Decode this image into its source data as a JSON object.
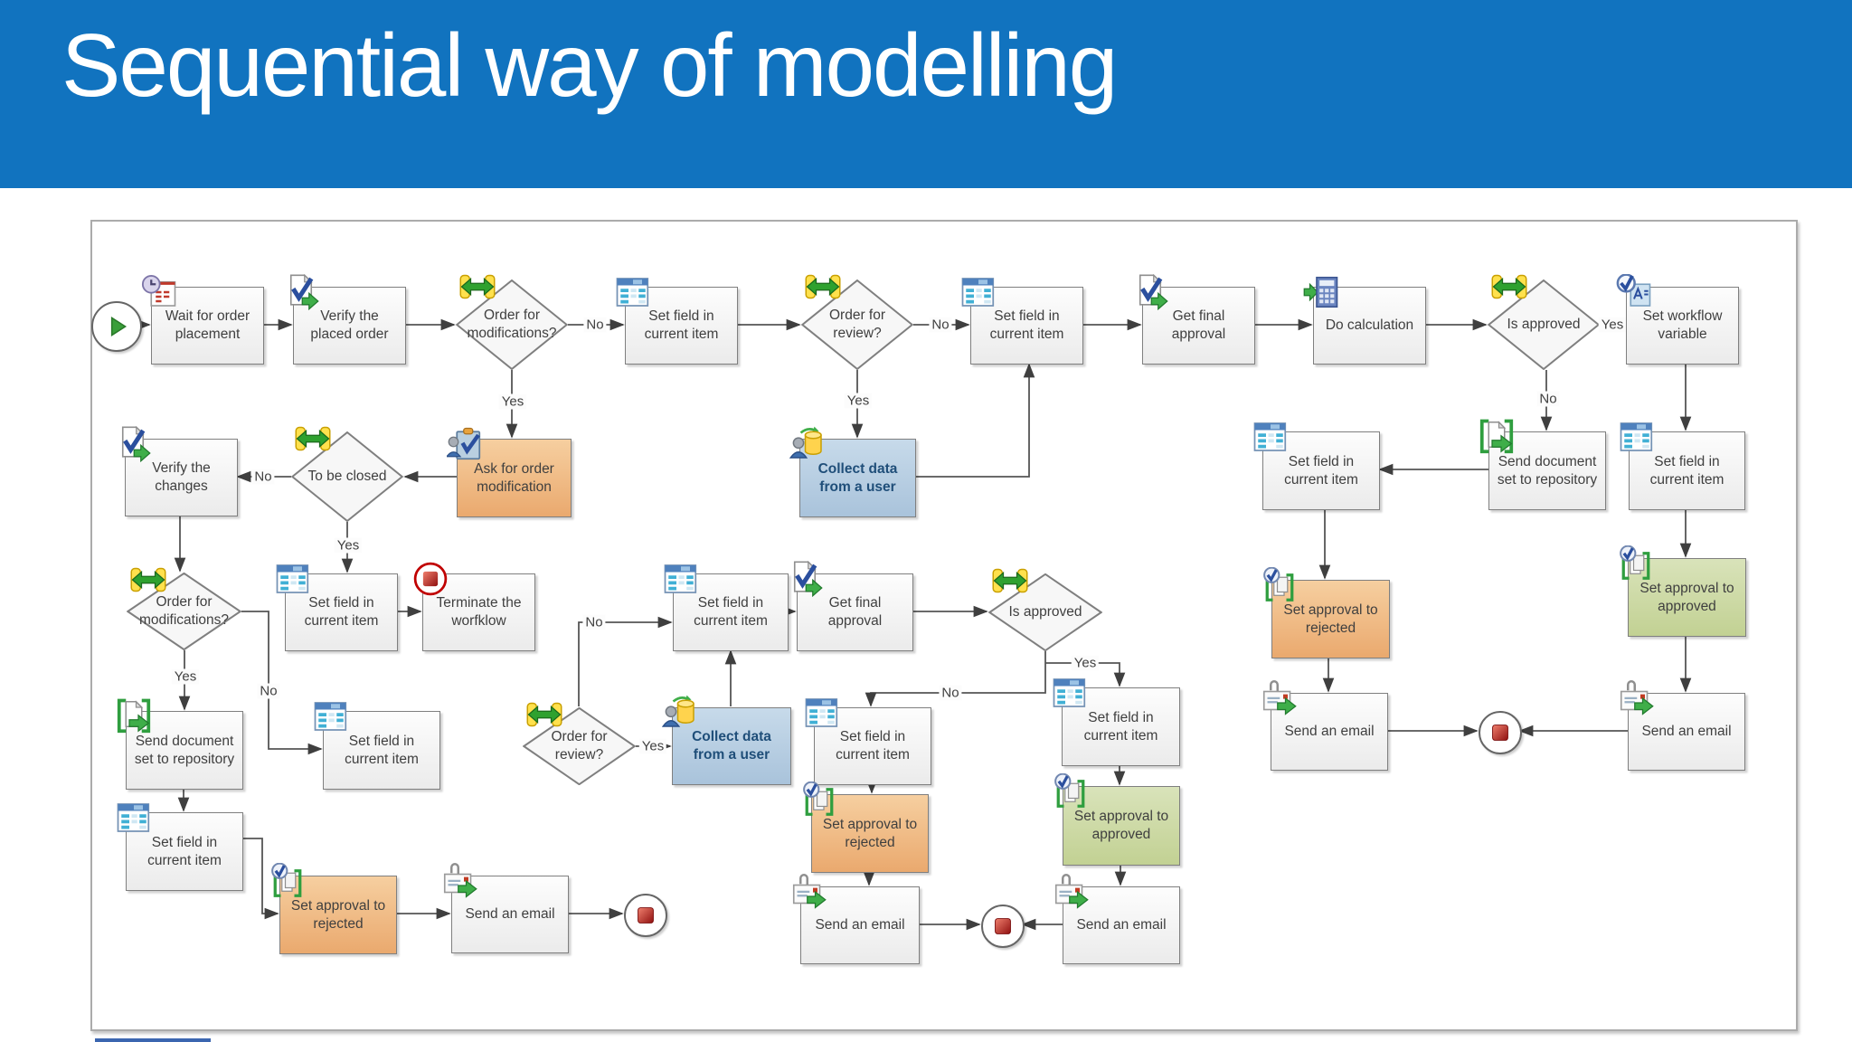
{
  "slide": {
    "title": "Sequential way of modelling"
  },
  "colors": {
    "header_blue": "#1173bf",
    "box_default": "#ebebeb",
    "box_orange": "#eeb27a",
    "box_blue": "#b9cfe2",
    "box_green": "#cdd9ab",
    "condition_yellow": "#ffe14d",
    "action_green_arrow": "#3fae49",
    "stop_red": "#c00000",
    "start_green": "#3a9e3a",
    "connector_gray": "#555555"
  },
  "nodes": [
    {
      "label": "Wait for order placement"
    },
    {
      "label": "Verify the placed order"
    },
    {
      "label": "Order for modifications?"
    },
    {
      "label": "Set field in current item"
    },
    {
      "label": "Order for review?"
    },
    {
      "label": "Set field in current item"
    },
    {
      "label": "Get final approval"
    },
    {
      "label": "Do calculation"
    },
    {
      "label": "Is approved"
    },
    {
      "label": "Set workflow variable"
    },
    {
      "label": "Verify the changes"
    },
    {
      "label": "To be closed"
    },
    {
      "label": "Ask for order modification"
    },
    {
      "label": "Collect data from a user"
    },
    {
      "label": "Set field in current item"
    },
    {
      "label": "Send document set to repository"
    },
    {
      "label": "Set field in current item"
    },
    {
      "label": "Order for modifications?"
    },
    {
      "label": "Set field in current item"
    },
    {
      "label": "Terminate the worfklow"
    },
    {
      "label": "Set field in current item"
    },
    {
      "label": "Get final approval"
    },
    {
      "label": "Is approved"
    },
    {
      "label": "Set approval to rejected"
    },
    {
      "label": "Set approval to approved"
    },
    {
      "label": "Send document set to repository"
    },
    {
      "label": "Set field in current item"
    },
    {
      "label": "Order for review?"
    },
    {
      "label": "Collect data from a user"
    },
    {
      "label": "Set field in current item"
    },
    {
      "label": "Set field in current item"
    },
    {
      "label": "Send an email"
    },
    {
      "label": "Send an email"
    },
    {
      "label": "Set field in current item"
    },
    {
      "label": "Set approval to rejected"
    },
    {
      "label": "Set approval to approved"
    },
    {
      "label": "Set approval to rejected"
    },
    {
      "label": "Send an email"
    },
    {
      "label": "Send an email"
    },
    {
      "label": "Send an email"
    }
  ],
  "edge_labels": [
    {
      "text": "No"
    },
    {
      "text": "Yes"
    },
    {
      "text": "No"
    },
    {
      "text": "Yes"
    },
    {
      "text": "Yes"
    },
    {
      "text": "No"
    },
    {
      "text": "No"
    },
    {
      "text": "Yes"
    },
    {
      "text": "Yes"
    },
    {
      "text": "No"
    },
    {
      "text": "No"
    },
    {
      "text": "Yes"
    },
    {
      "text": "No"
    },
    {
      "text": "Yes"
    }
  ]
}
